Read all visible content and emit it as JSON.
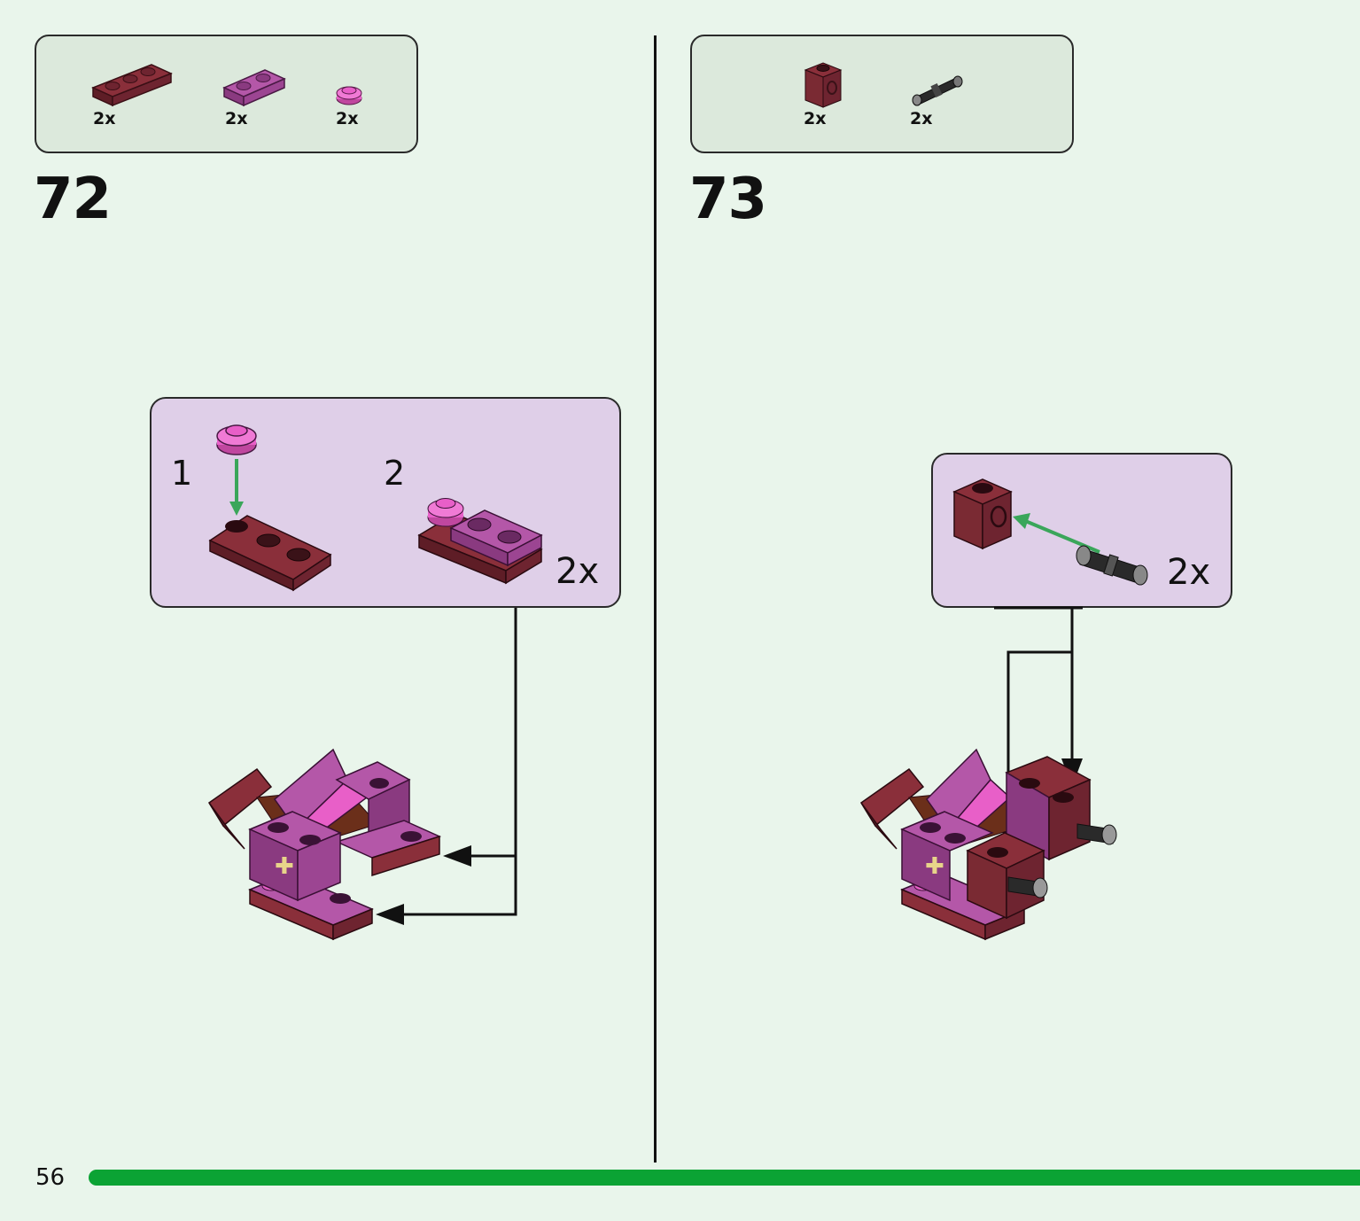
{
  "steps": [
    {
      "number": "72",
      "parts": [
        {
          "icon": "dark-red-1x3-plate-icon",
          "qty": "2x"
        },
        {
          "icon": "magenta-1x2-plate-icon",
          "qty": "2x"
        },
        {
          "icon": "pink-round-plate-icon",
          "qty": "2x"
        }
      ],
      "substeps": [
        "1",
        "2"
      ],
      "multiplier": "2x"
    },
    {
      "number": "73",
      "parts": [
        {
          "icon": "dark-red-technic-brick-icon",
          "qty": "2x"
        },
        {
          "icon": "black-technic-pin-icon",
          "qty": "2x"
        }
      ],
      "multiplier": "2x"
    }
  ],
  "page_number": "56",
  "colors": {
    "background": "#e9f5eb",
    "parts_box": "#dce9dc",
    "subassembly_box": "#dfcfe8",
    "progress_bar": "#0ba334",
    "dark_red": "#7a2a33",
    "magenta": "#a8489c",
    "pink": "#e85fc8",
    "arrow_green": "#3aa65a"
  }
}
